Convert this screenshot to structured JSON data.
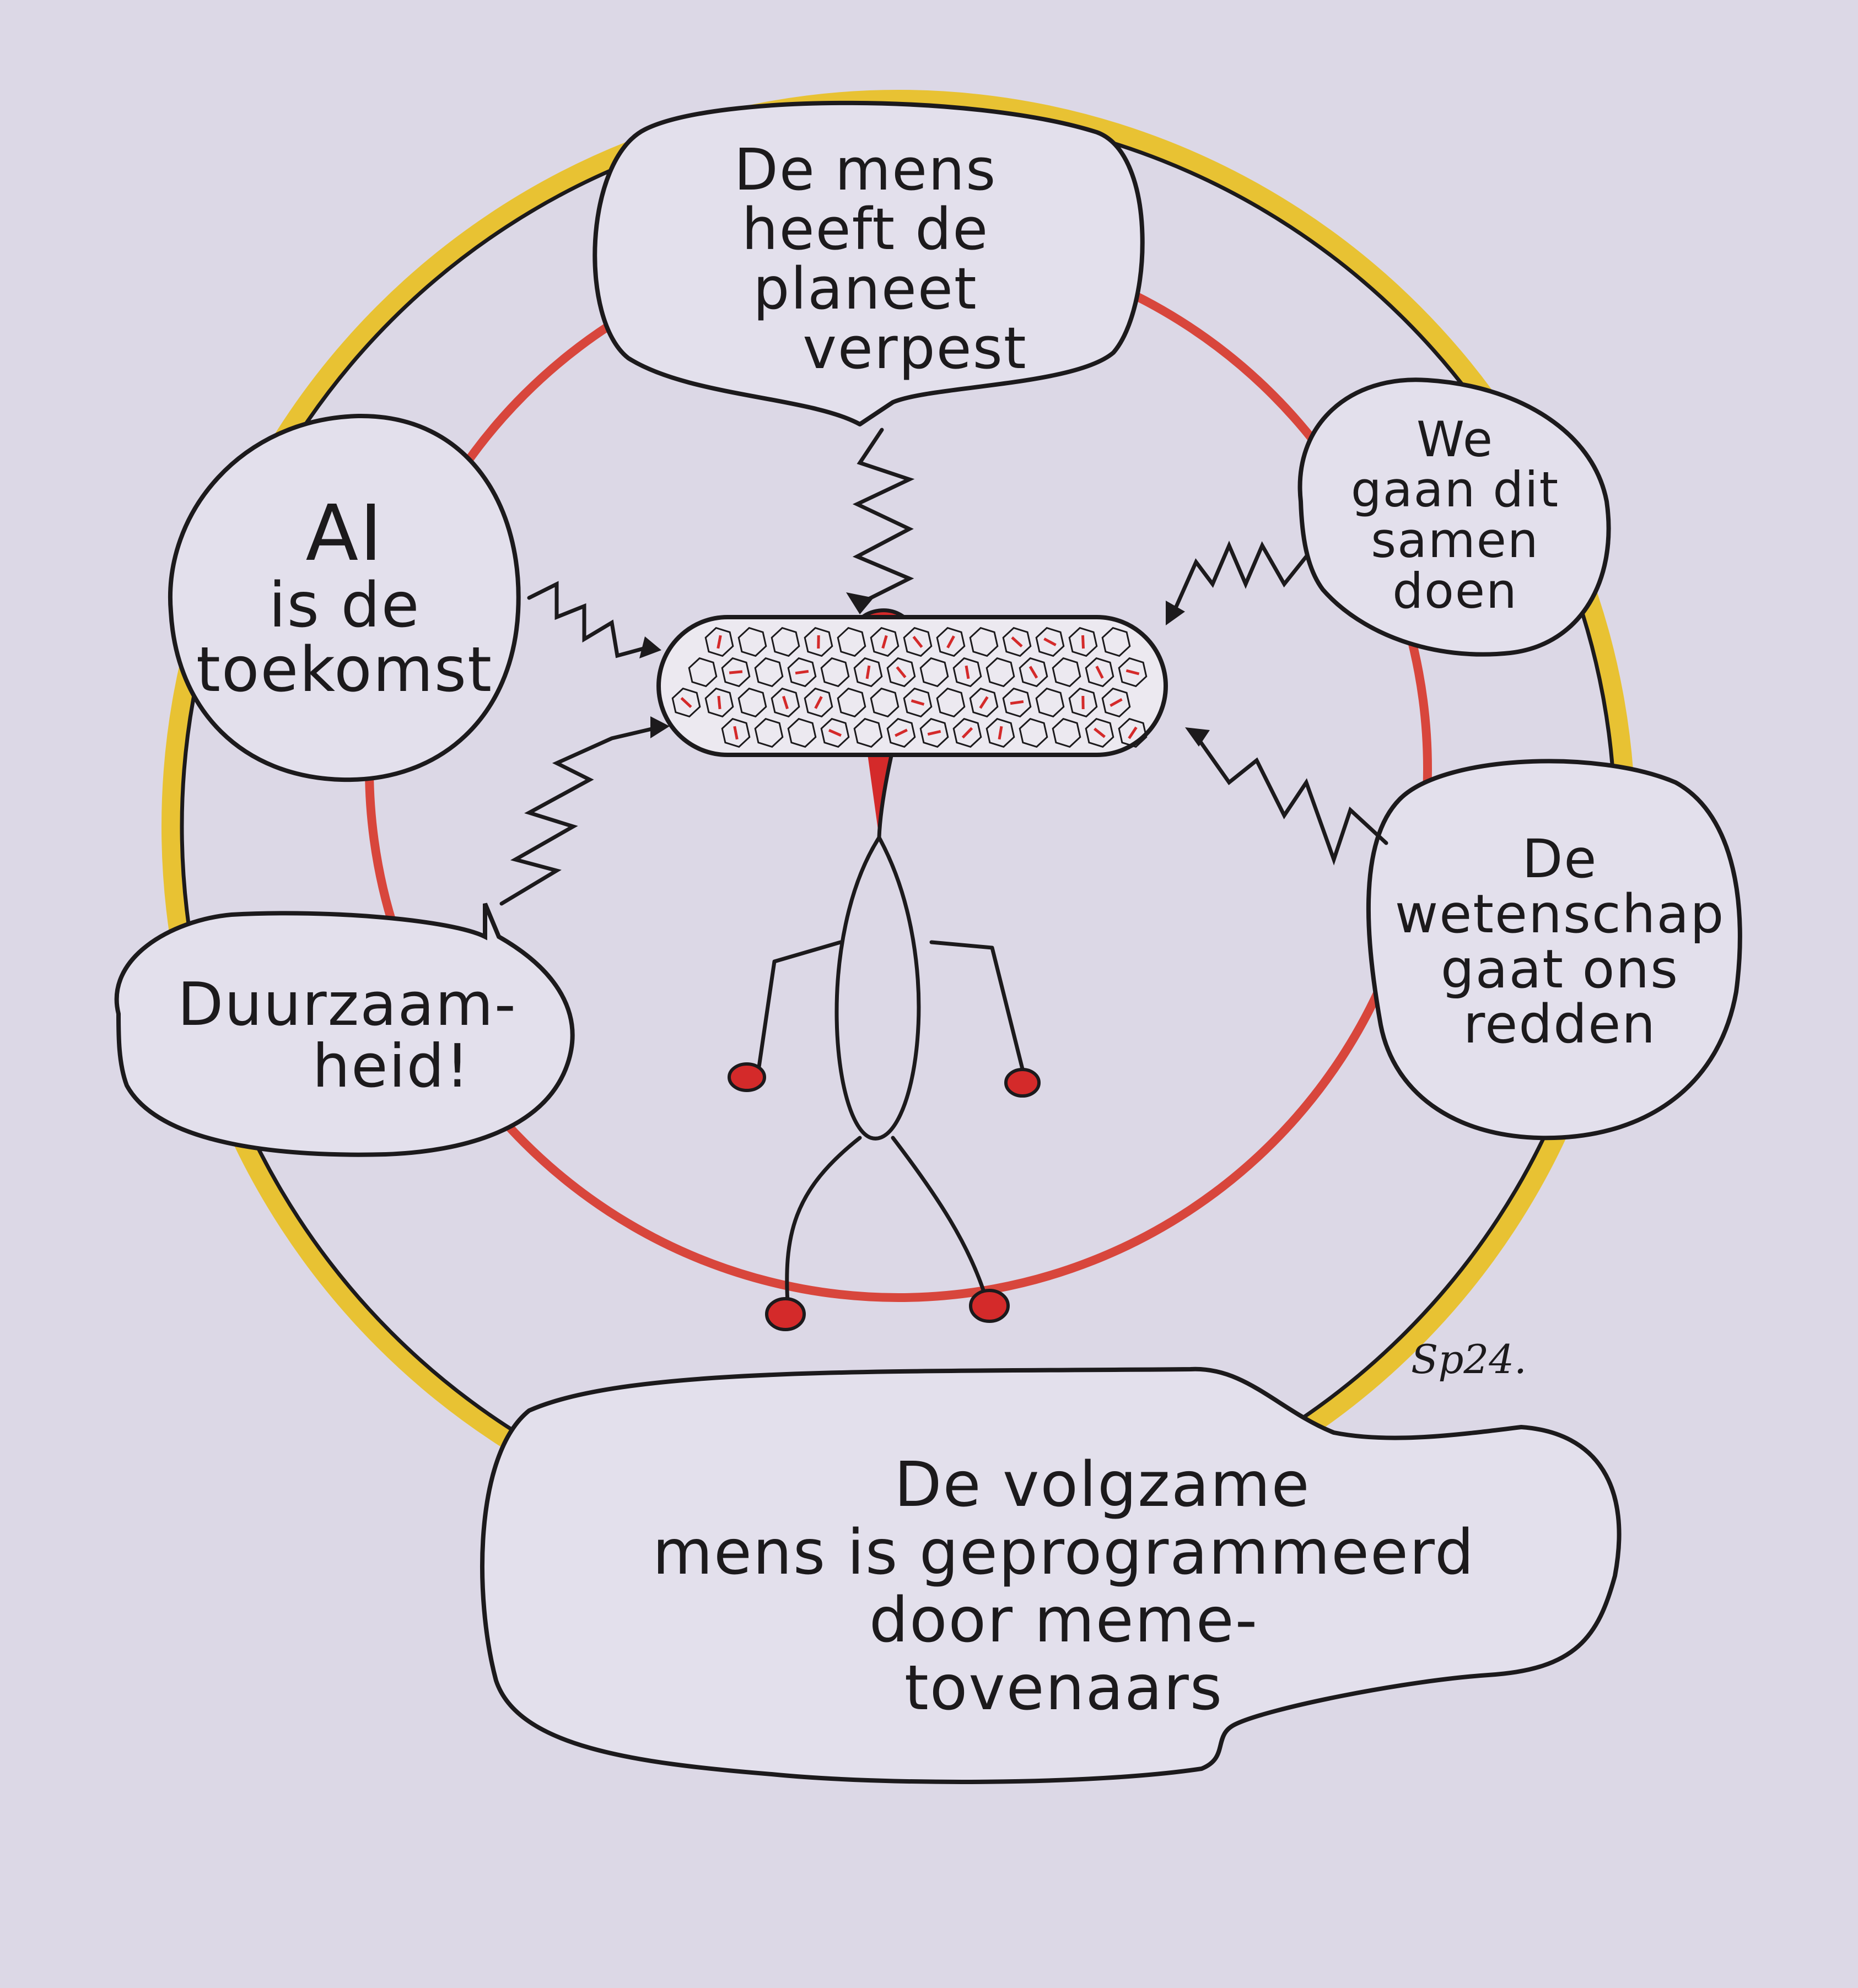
{
  "bubbles": {
    "top": [
      "De mens",
      "heeft de",
      "planeet",
      "verpest"
    ],
    "left": [
      "AI",
      "is de",
      "toekomst"
    ],
    "left_lower": [
      "Duurzaam-",
      "heid!"
    ],
    "right_upper": [
      "We",
      "gaan dit",
      "samen",
      "doen"
    ],
    "right_lower": [
      "De",
      "wetenschap",
      "gaat ons",
      "redden"
    ],
    "bottom": [
      "De volgzame",
      "mens is geprogrammeerd",
      "door meme-",
      "tovenaars"
    ]
  },
  "signature": "Sp24.",
  "colors": {
    "paper": "#dcd8e6",
    "outer_ring": "#e8c233",
    "inner_ring": "#d8463c",
    "ink": "#1c1a1c",
    "red_fill": "#d42a2a",
    "bubble_fill": "#e3e0ec"
  }
}
